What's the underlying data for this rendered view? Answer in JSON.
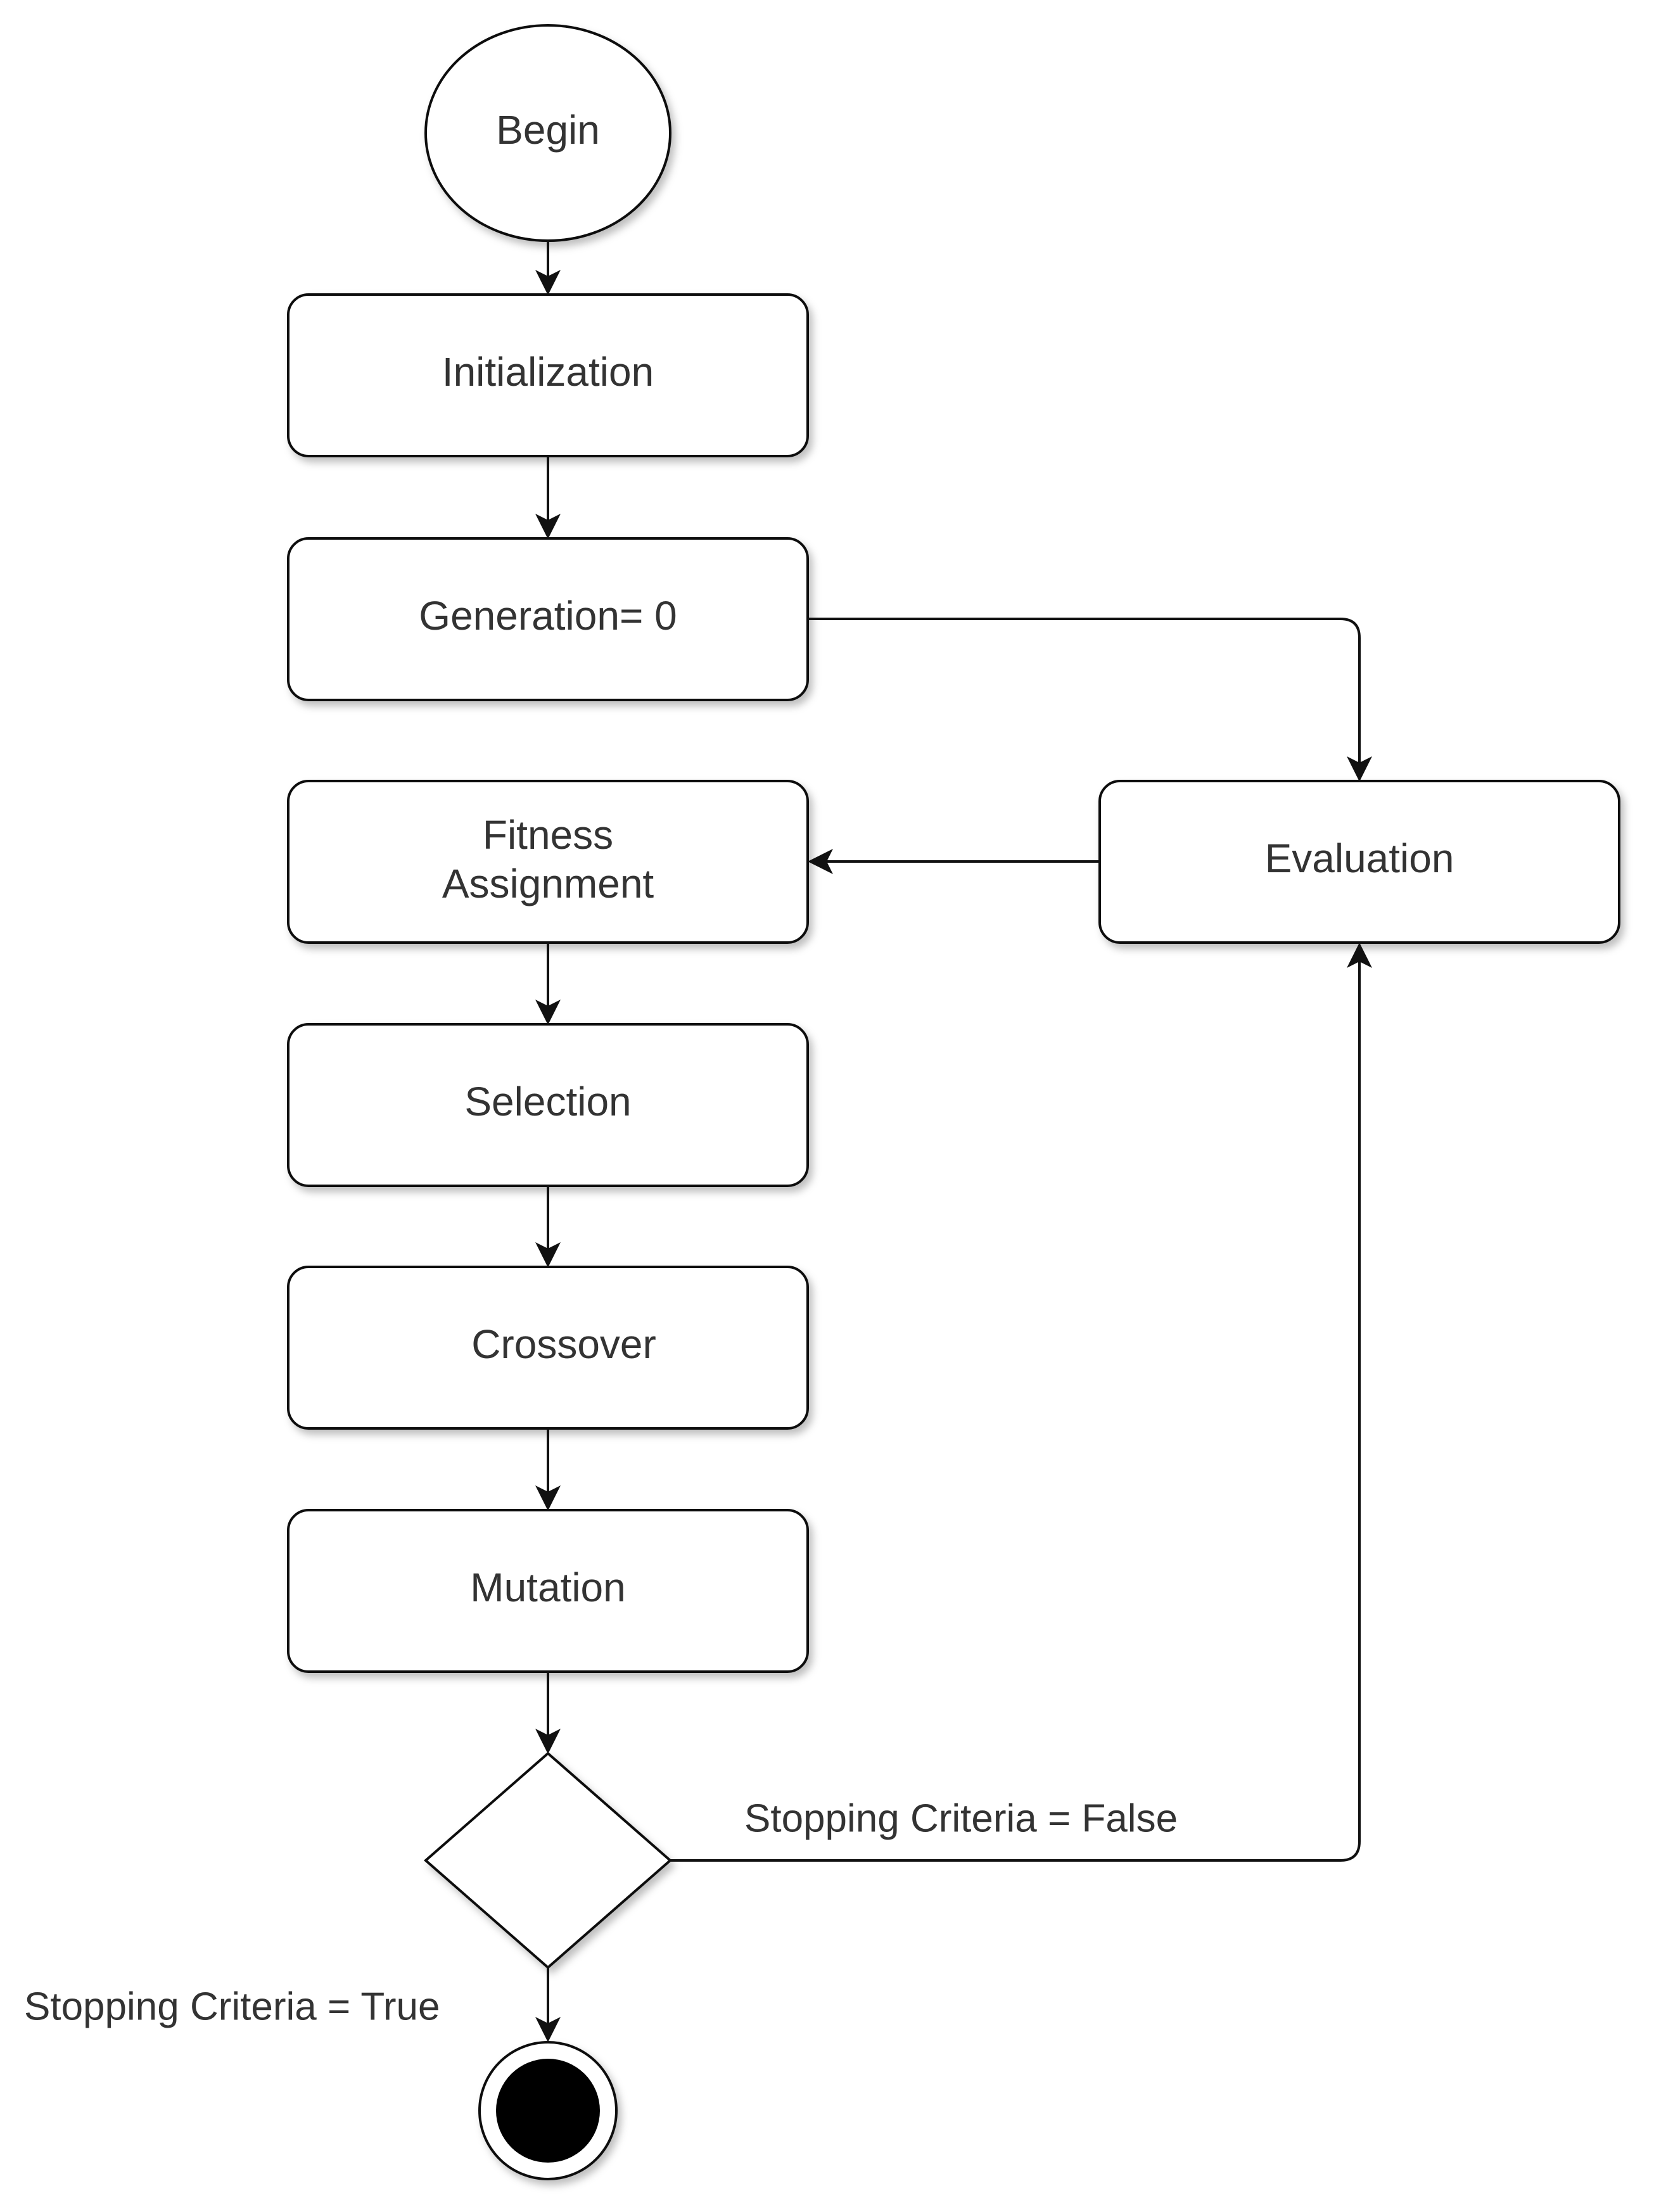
{
  "diagram": {
    "nodes": {
      "begin": "Begin",
      "initialization": "Initialization",
      "generation": "Generation= 0",
      "fitness_line1": "Fitness",
      "fitness_line2": "Assignment",
      "evaluation": "Evaluation",
      "selection": "Selection",
      "crossover": "Crossover",
      "mutation": "Mutation"
    },
    "edge_labels": {
      "stop_false": "Stopping Criteria = False",
      "stop_true": "Stopping Criteria = True"
    }
  }
}
